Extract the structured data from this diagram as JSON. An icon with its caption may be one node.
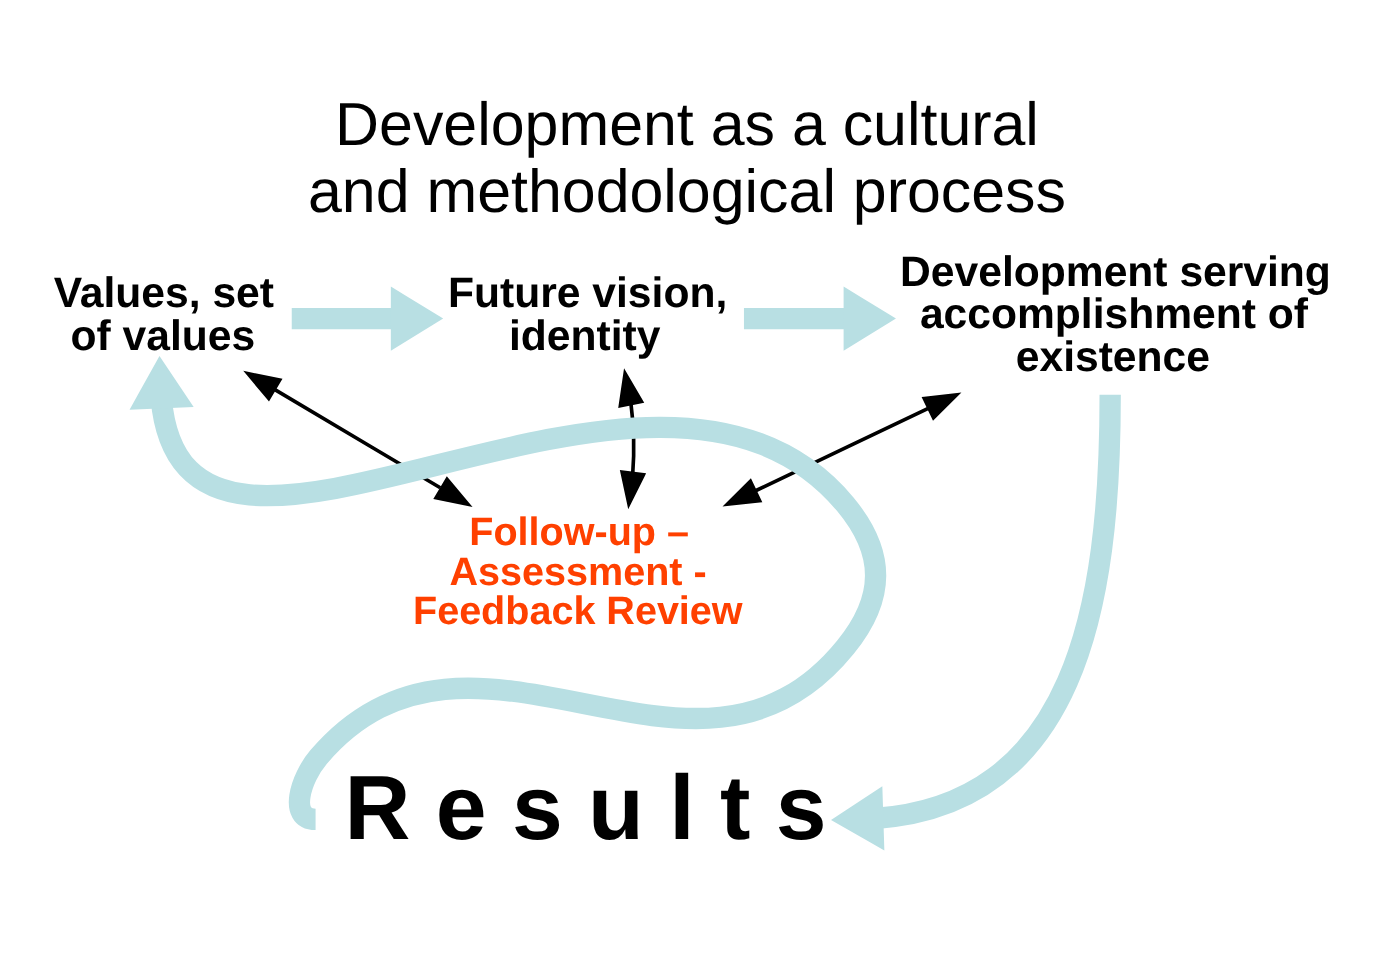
{
  "diagram": {
    "title": "Development as a cultural and methodological process",
    "nodes": [
      {
        "text": [
          "Values, set of values"
        ]
      },
      {
        "text": [
          "Future vision, identity"
        ]
      },
      {
        "text": [
          "Development serving accomplishment of existence"
        ]
      },
      {
        "text": [
          "Follow-up – Assessment - Feedback Review"
        ]
      },
      {
        "text": [
          "R e s u l t s"
        ]
      }
    ],
    "edges": [
      {
        "from": 0,
        "to": 1,
        "arrow": "to"
      },
      {
        "from": 1,
        "to": 2,
        "arrow": "to"
      },
      {
        "from": 3,
        "to": 0,
        "arrow": "both",
        "color": "#000000"
      },
      {
        "from": 3,
        "to": 1,
        "arrow": "both",
        "color": "#000000"
      },
      {
        "from": 3,
        "to": 2,
        "arrow": "both",
        "color": "#000000"
      },
      {
        "from": 2,
        "to": 4,
        "arrow": "to"
      },
      {
        "from": 4,
        "to": 0,
        "arrow": "to"
      }
    ]
  }
}
